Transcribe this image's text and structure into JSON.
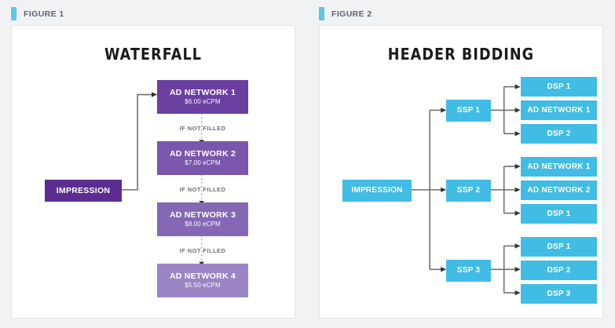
{
  "page": {
    "background_color": "#f1f2f4",
    "accent_color": "#5bc8e8"
  },
  "figures": [
    {
      "label": "FIGURE 1",
      "title": "WATERFALL",
      "accent_color": "#5bc8e8",
      "palette": {
        "impression": "#5b2d90",
        "node_1": "#6b3fa0",
        "node_2": "#7a56ad",
        "node_3": "#8468b5",
        "node_4": "#9b85c4"
      },
      "source": {
        "label": "IMPRESSION"
      },
      "steps": [
        {
          "label": "AD NETWORK 1",
          "value": "$6.00 eCPM"
        },
        {
          "label": "AD NETWORK 2",
          "value": "$7.00 eCPM"
        },
        {
          "label": "AD NETWORK 3",
          "value": "$8.00 eCPM"
        },
        {
          "label": "AD NETWORK 4",
          "value": "$5.50 eCPM"
        }
      ],
      "step_connector_label": "IF NOT FILLED",
      "step_connector_labels": [
        "IF NOT FILLED",
        "IF NOT FILLED",
        "IF NOT FILLED"
      ]
    },
    {
      "label": "FIGURE 2",
      "title": "HEADER BIDDING",
      "accent_color": "#5bc8e8",
      "palette": {
        "box": "#41bce4"
      },
      "source": {
        "label": "IMPRESSION"
      },
      "exchanges": [
        {
          "label": "SSP 1",
          "bidders": [
            "DSP 1",
            "AD NETWORK 1",
            "DSP 2"
          ]
        },
        {
          "label": "SSP 2",
          "bidders": [
            "AD NETWORK 1",
            "AD NETWORK 2",
            "DSP 1"
          ]
        },
        {
          "label": "SSP 3",
          "bidders": [
            "DSP 1",
            "DSP 2",
            "DSP 3"
          ]
        }
      ]
    }
  ]
}
